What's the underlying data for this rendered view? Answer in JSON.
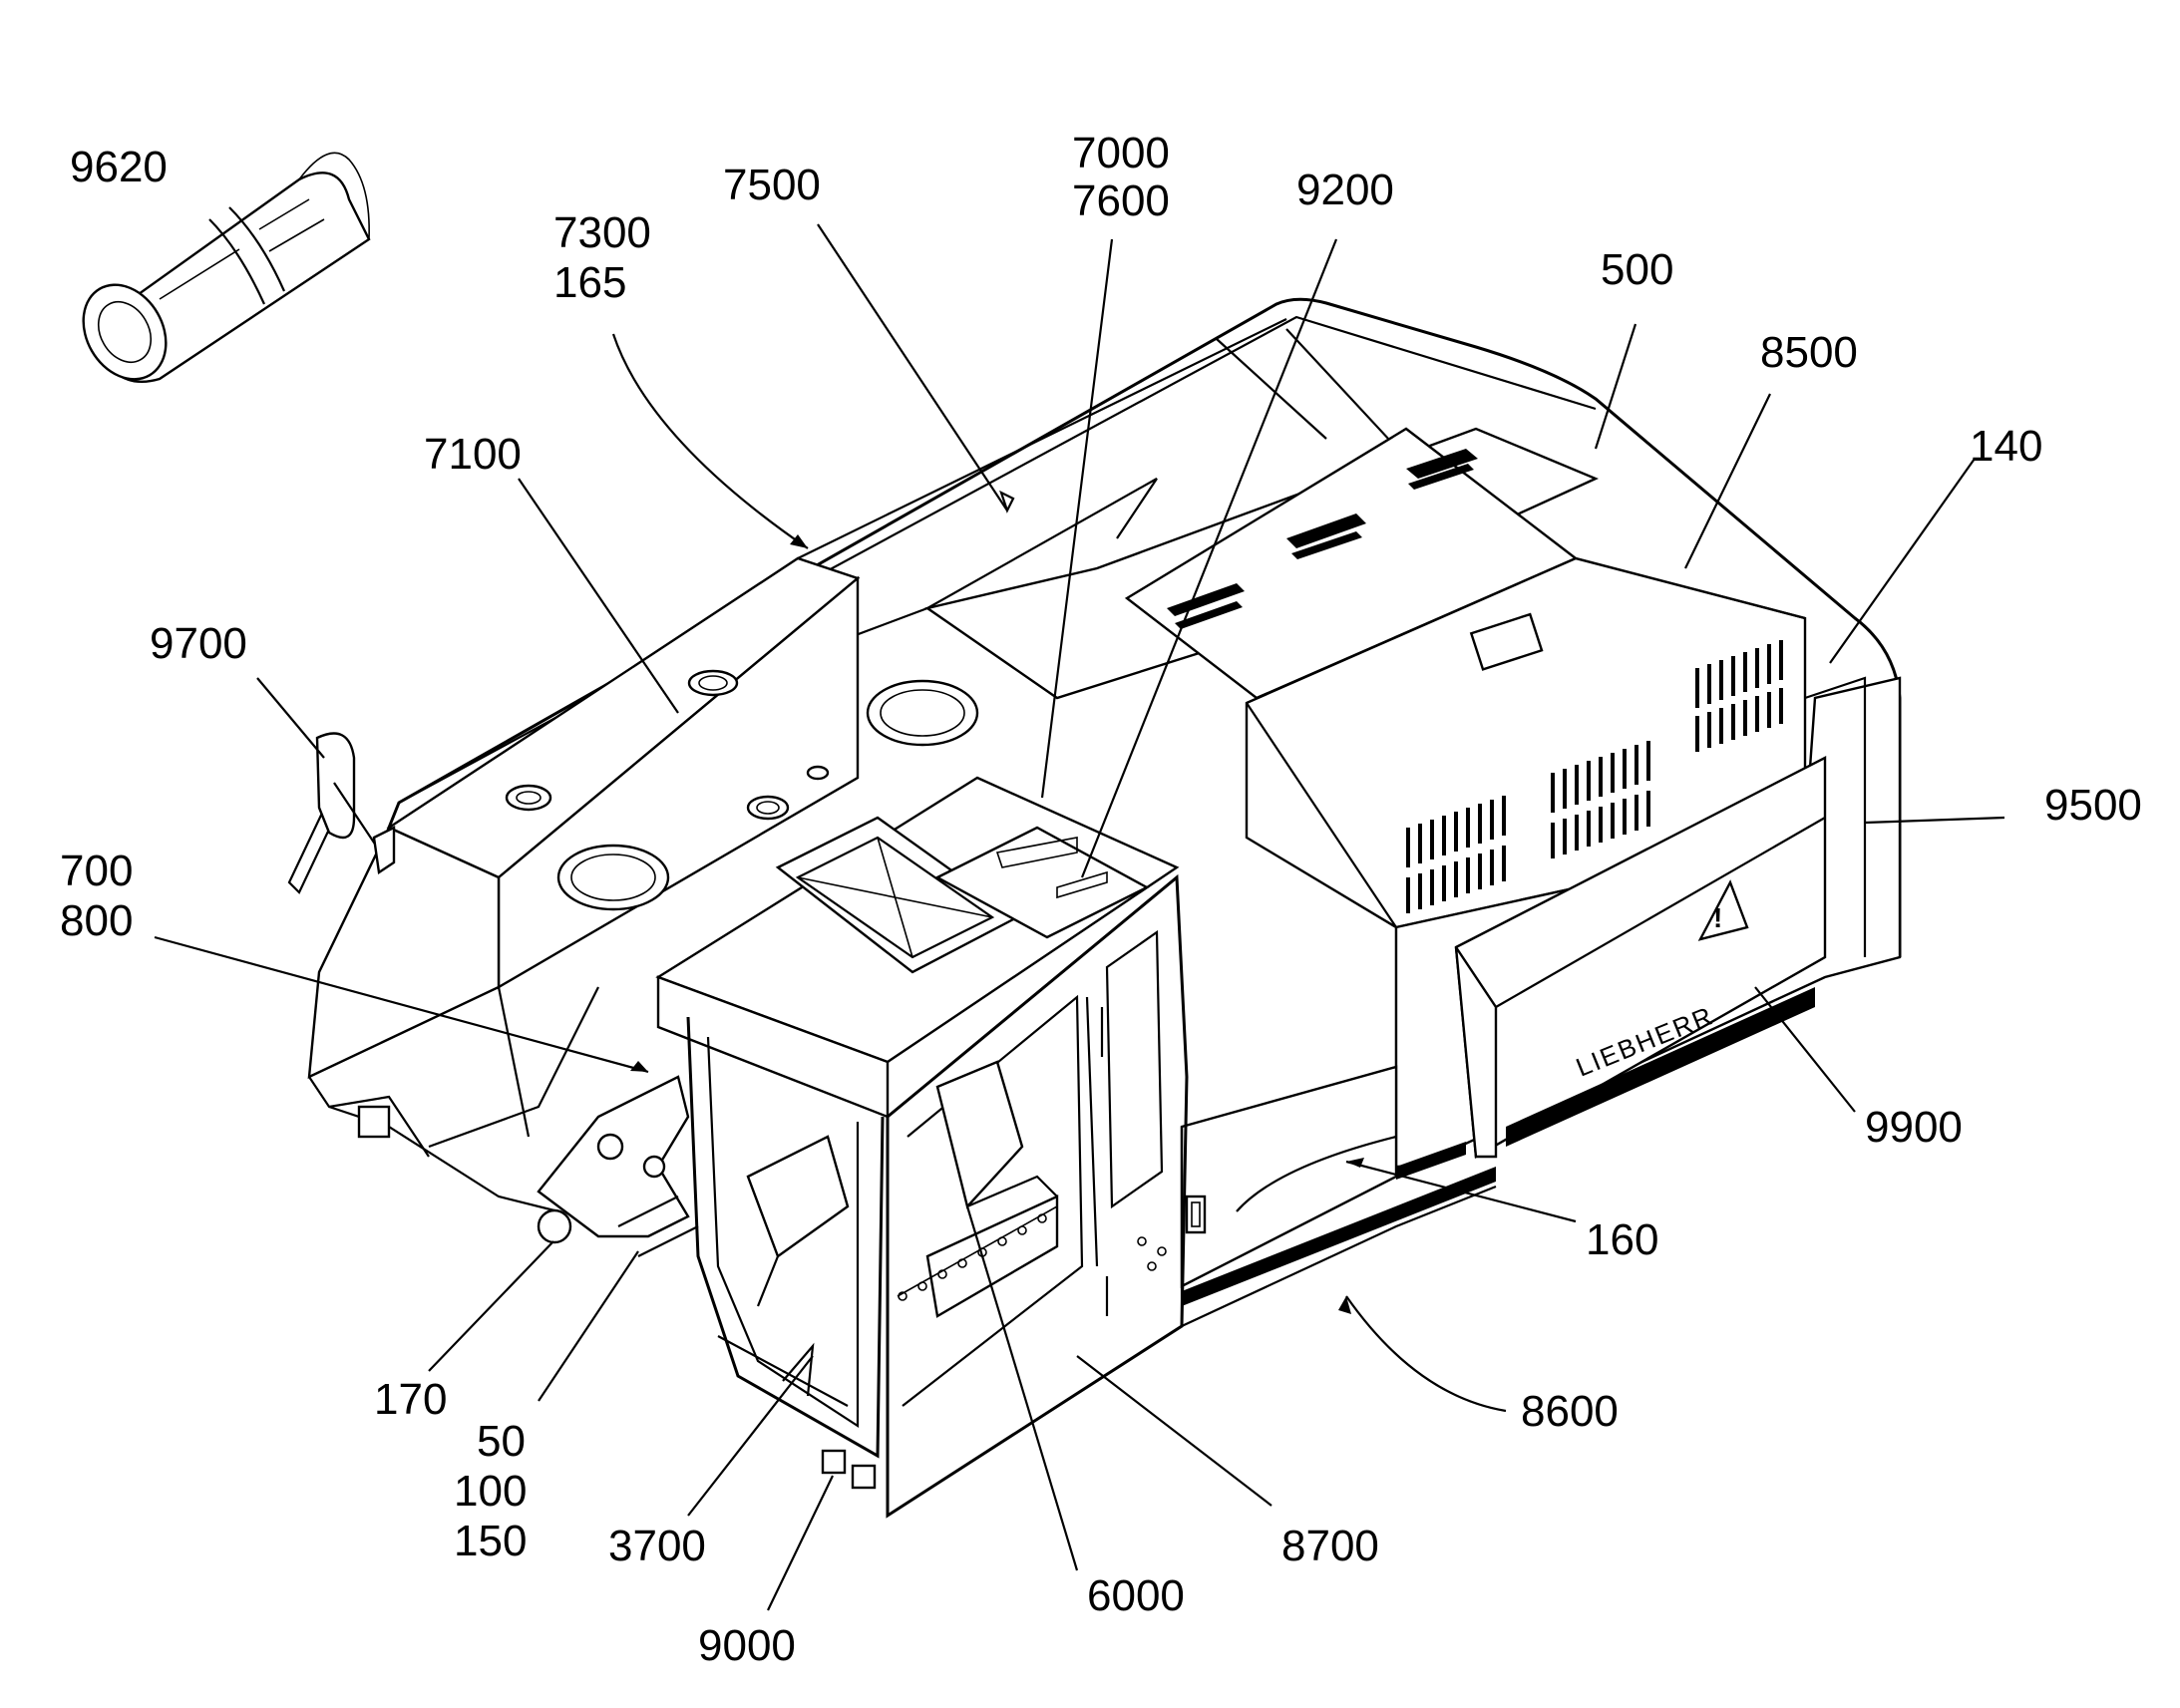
{
  "figure": {
    "brand_text": "LIEBHERR",
    "labels": [
      {
        "id": "lbl-9620",
        "lines": [
          "9620"
        ]
      },
      {
        "id": "lbl-7500",
        "lines": [
          "7500"
        ]
      },
      {
        "id": "lbl-7000-7600",
        "lines": [
          "7000",
          "7600"
        ]
      },
      {
        "id": "lbl-9200",
        "lines": [
          "9200"
        ]
      },
      {
        "id": "lbl-7300-165",
        "lines": [
          "7300",
          "165"
        ]
      },
      {
        "id": "lbl-500",
        "lines": [
          "500"
        ]
      },
      {
        "id": "lbl-8500",
        "lines": [
          "8500"
        ]
      },
      {
        "id": "lbl-7100",
        "lines": [
          "7100"
        ]
      },
      {
        "id": "lbl-140",
        "lines": [
          "140"
        ]
      },
      {
        "id": "lbl-9700",
        "lines": [
          "9700"
        ]
      },
      {
        "id": "lbl-9500",
        "lines": [
          "9500"
        ]
      },
      {
        "id": "lbl-700-800",
        "lines": [
          "700",
          "800"
        ]
      },
      {
        "id": "lbl-9900",
        "lines": [
          "9900"
        ]
      },
      {
        "id": "lbl-160",
        "lines": [
          "160"
        ]
      },
      {
        "id": "lbl-170",
        "lines": [
          "170"
        ]
      },
      {
        "id": "lbl-8600",
        "lines": [
          "8600"
        ]
      },
      {
        "id": "lbl-50-100-150",
        "lines": [
          "50",
          "100",
          "150"
        ]
      },
      {
        "id": "lbl-3700",
        "lines": [
          "3700"
        ]
      },
      {
        "id": "lbl-8700",
        "lines": [
          "8700"
        ]
      },
      {
        "id": "lbl-6000",
        "lines": [
          "6000"
        ]
      },
      {
        "id": "lbl-9000",
        "lines": [
          "9000"
        ]
      }
    ]
  }
}
